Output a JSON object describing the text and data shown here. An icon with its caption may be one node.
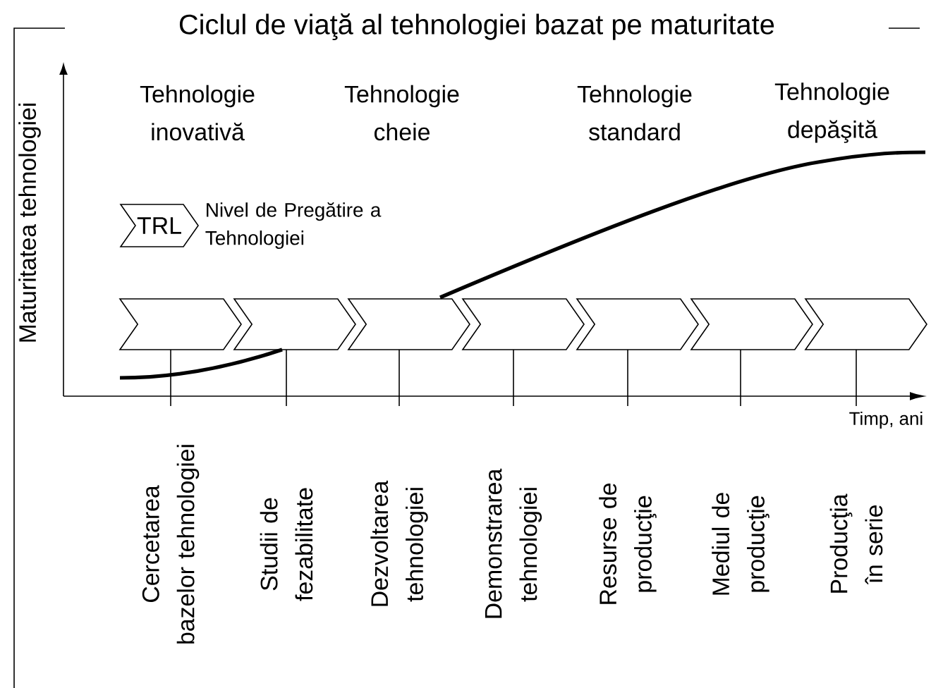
{
  "diagram": {
    "title": "Ciclul de viaţă al tehnologiei bazat pe maturitate",
    "nodes": [
      {
        "text": [
          "TRL"
        ],
        "beside": [
          "Nivel de Pregătire a Tehnologiei"
        ]
      },
      {
        "text": [],
        "shape": "chevron"
      },
      {
        "text": [],
        "shape": "chevron"
      },
      {
        "text": [],
        "shape": "chevron"
      },
      {
        "text": [],
        "shape": "chevron"
      },
      {
        "text": [],
        "shape": "chevron"
      },
      {
        "text": [],
        "shape": "chevron"
      },
      {
        "text": [],
        "shape": "chevron"
      }
    ],
    "labels": [
      "Tehnologie inovativă",
      "Tehnologie cheie",
      "Tehnologie standard",
      "Tehnologie depăşită",
      "Maturitatea tehnologiei",
      "Timp, ani",
      "Cercetarea bazelor tehnologiei",
      "Studii de fezabilitate",
      "Dezvoltarea tehnologiei",
      "Demonstrarea tehnologiei",
      "Resurse de producţie",
      "Mediul de producţie",
      "Producţia în serie"
    ]
  }
}
